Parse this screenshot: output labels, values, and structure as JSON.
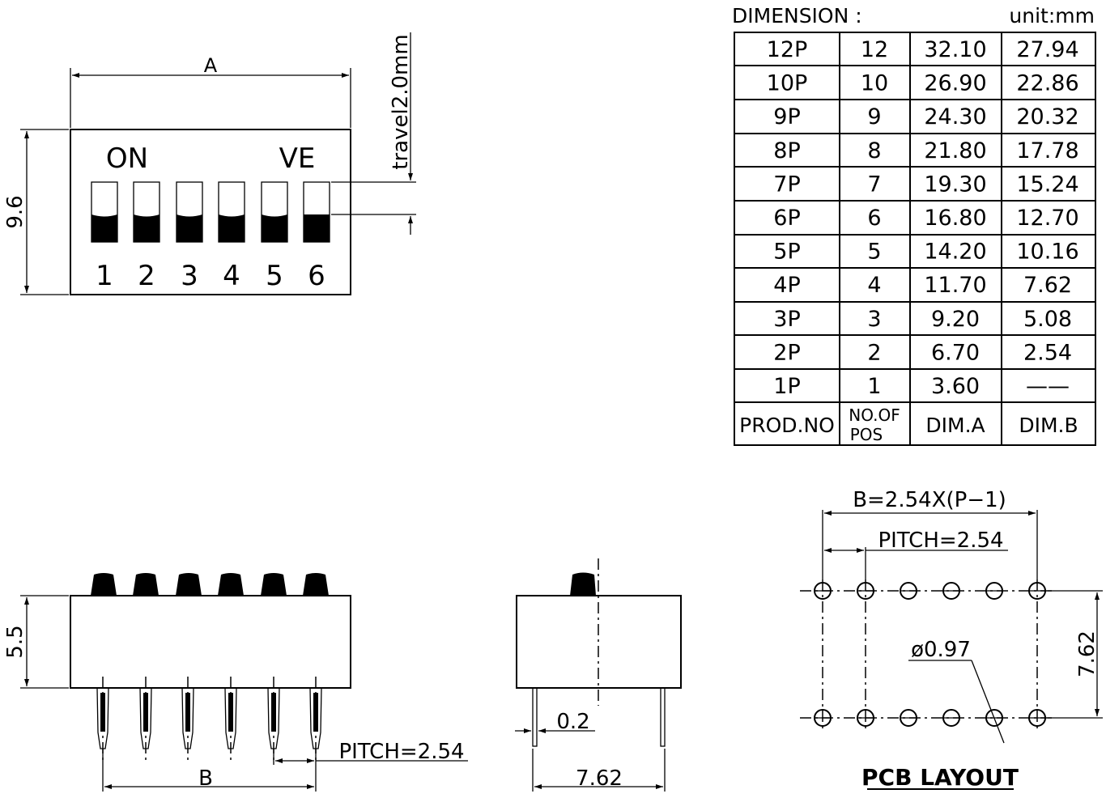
{
  "top_view": {
    "dim_a_label": "A",
    "height_label": "9.6",
    "travel_label": "travel2.0mm",
    "on_label": "ON",
    "ve_label": "VE",
    "switch_numbers": [
      "1",
      "2",
      "3",
      "4",
      "5",
      "6"
    ]
  },
  "table": {
    "title": "DIMENSION  :",
    "unit": "unit:mm",
    "rows": [
      [
        "12P",
        "12",
        "32.10",
        "27.94"
      ],
      [
        "10P",
        "10",
        "26.90",
        "22.86"
      ],
      [
        "9P",
        "9",
        "24.30",
        "20.32"
      ],
      [
        "8P",
        "8",
        "21.80",
        "17.78"
      ],
      [
        "7P",
        "7",
        "19.30",
        "15.24"
      ],
      [
        "6P",
        "6",
        "16.80",
        "12.70"
      ],
      [
        "5P",
        "5",
        "14.20",
        "10.16"
      ],
      [
        "4P",
        "4",
        "11.70",
        "7.62"
      ],
      [
        "3P",
        "3",
        "9.20",
        "5.08"
      ],
      [
        "2P",
        "2",
        "6.70",
        "2.54"
      ],
      [
        "1P",
        "1",
        "3.60",
        "——"
      ]
    ],
    "header": {
      "prod_no": "PROD.NO",
      "no_of_pos_line1": "NO.OF",
      "no_of_pos_line2": "POS",
      "dim_a": "DIM.A",
      "dim_b": "DIM.B"
    }
  },
  "front_view": {
    "height_label": "5.5",
    "dim_b_label": "B",
    "pitch_label": "PITCH=2.54"
  },
  "side_view": {
    "pin_label": "0.2",
    "width_label": "7.62"
  },
  "pcb_layout": {
    "title": "PCB LAYOUT",
    "b_formula": "B=2.54X(P−1)",
    "pitch_label": "PITCH=2.54",
    "hole_label": "ø0.97",
    "row_spacing_label": "7.62"
  }
}
